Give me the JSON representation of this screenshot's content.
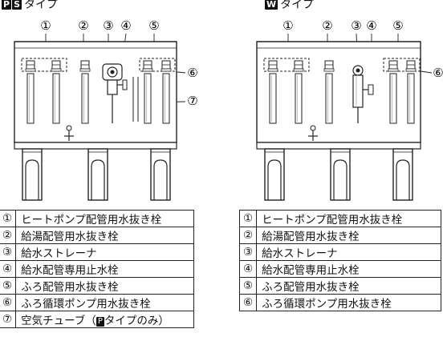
{
  "left_panel": {
    "badge1": "P",
    "badge2": "S",
    "title_rest": "タイプ",
    "callouts": [
      "①",
      "②",
      "③",
      "④",
      "⑤",
      "⑥",
      "⑦"
    ],
    "legend": [
      {
        "num": "①",
        "label": "ヒートポンプ配管用水抜き栓"
      },
      {
        "num": "②",
        "label": "給湯配管用水抜き栓"
      },
      {
        "num": "③",
        "label": "給水ストレーナ"
      },
      {
        "num": "④",
        "label": "給水配管専用止水栓"
      },
      {
        "num": "⑤",
        "label": "ふろ配管用水抜き栓"
      },
      {
        "num": "⑥",
        "label": "ふろ循環ポンプ用水抜き栓"
      },
      {
        "num": "⑦",
        "label_before": "空気チューブ（",
        "label_badge": "P",
        "label_after": "タイプのみ）"
      }
    ]
  },
  "right_panel": {
    "badge1": "W",
    "title_rest": "タイプ",
    "callouts": [
      "①",
      "②",
      "③",
      "④",
      "⑤",
      "⑥"
    ],
    "legend": [
      {
        "num": "①",
        "label": "ヒートポンプ配管用水抜き栓"
      },
      {
        "num": "②",
        "label": "給湯配管用水抜き栓"
      },
      {
        "num": "③",
        "label": "給水ストレーナ"
      },
      {
        "num": "④",
        "label": "給水配管専用止水栓"
      },
      {
        "num": "⑤",
        "label": "ふろ配管用水抜き栓"
      },
      {
        "num": "⑥",
        "label": "ふろ循環ポンプ用水抜き栓"
      }
    ]
  }
}
